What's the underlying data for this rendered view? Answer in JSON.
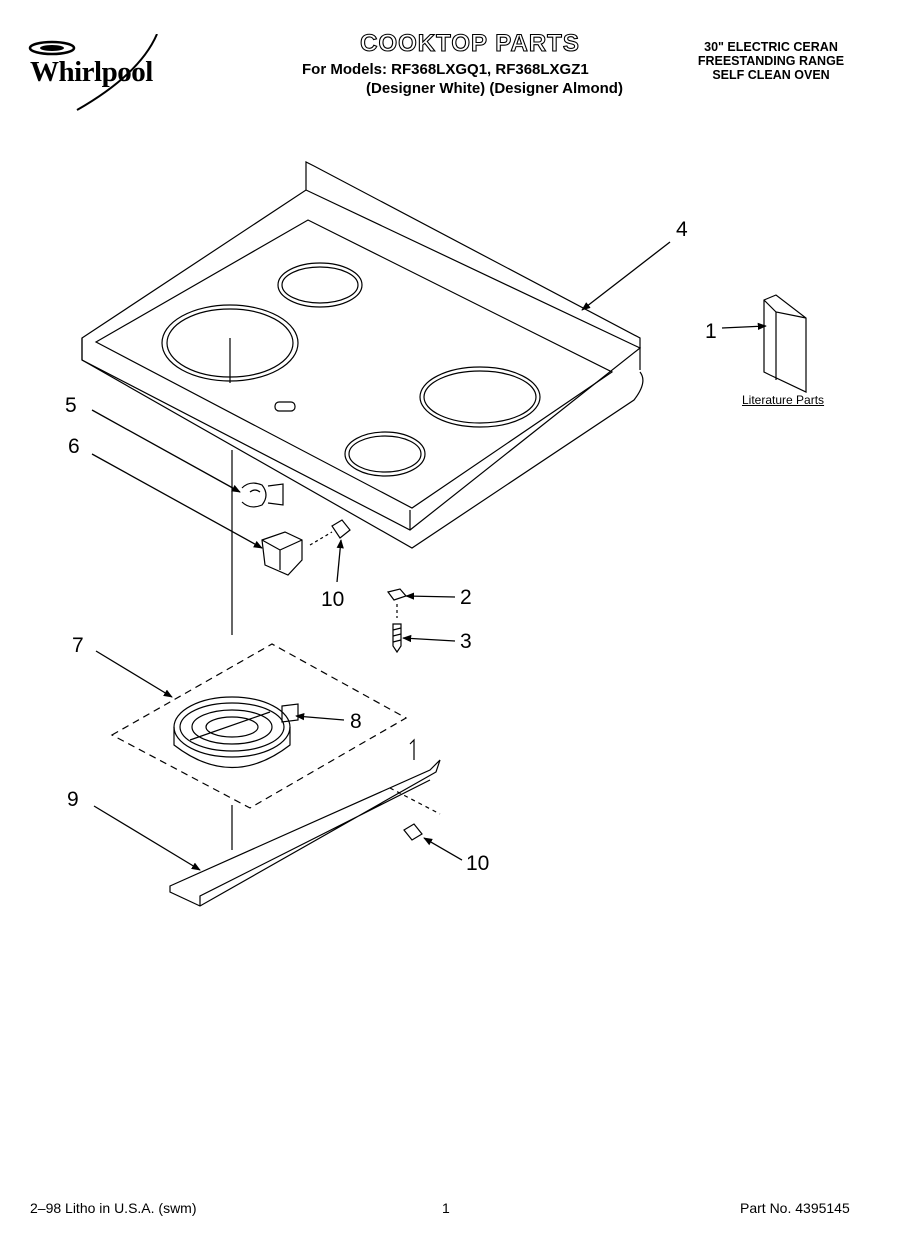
{
  "header": {
    "brand": "Whirlpool",
    "title": "COOKTOP PARTS",
    "models_line": "For Models: RF368LXGQ1, RF368LXGZ1",
    "models_variants": "(Designer White) (Designer Almond)",
    "spec_lines": [
      "30\" ELECTRIC CERAN",
      "FREESTANDING RANGE",
      "SELF CLEAN OVEN"
    ]
  },
  "callouts": {
    "c1": "1",
    "c2": "2",
    "c3": "3",
    "c4": "4",
    "c5": "5",
    "c6": "6",
    "c7": "7",
    "c8": "8",
    "c9": "9",
    "c10a": "10",
    "c10b": "10"
  },
  "literature_label": "Literature Parts",
  "footer": {
    "litho": "2–98 Litho in U.S.A. (swm)",
    "page": "1",
    "part_no": "Part No. 4395145"
  }
}
